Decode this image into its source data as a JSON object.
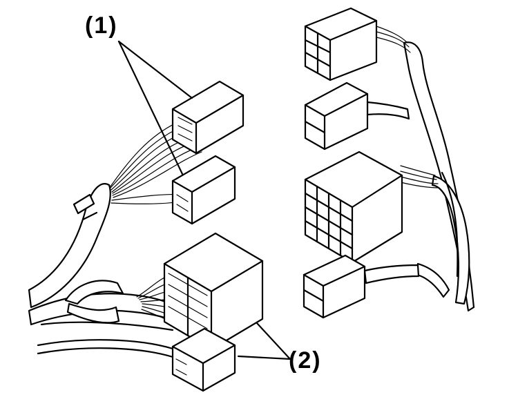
{
  "callouts": [
    {
      "id": "1",
      "text": "(1)"
    },
    {
      "id": "2",
      "text": "(2)"
    }
  ],
  "colors": {
    "ink": "#000000",
    "paper": "#ffffff"
  }
}
